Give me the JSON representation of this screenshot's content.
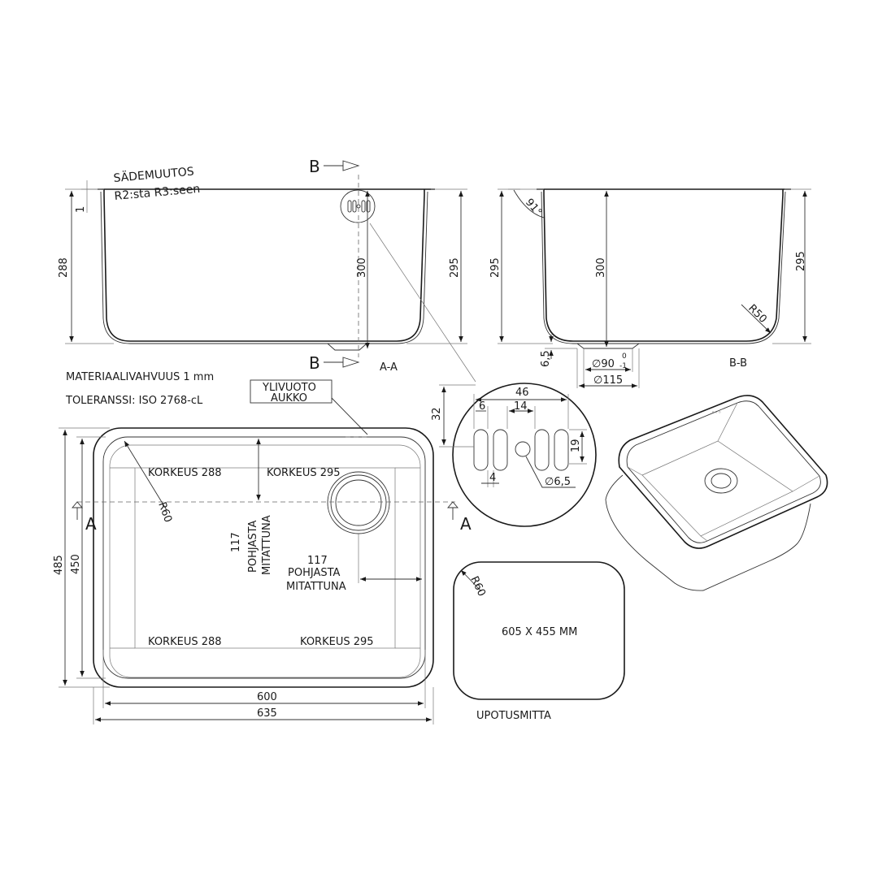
{
  "notes": {
    "radius_change_title": "SÄDEMUUTOS",
    "radius_change_text": "R2:sta R3:seen",
    "material": "MATERIAALIVAHVUUS  1 mm",
    "tolerance": "TOLERANSSI: ISO 2768-cL",
    "overflow_line1": "YLIVUOTO",
    "overflow_line2": "AUKKO"
  },
  "section_aa": {
    "cut_marker_top": "B",
    "cut_marker_bottom": "B",
    "caption": "A-A",
    "dim_wall": "1",
    "dim_288": "288",
    "dim_300": "300",
    "dim_295": "295"
  },
  "section_bb": {
    "caption": "B-B",
    "dim_295_left": "295",
    "dim_300": "300",
    "dim_295_right": "295",
    "dim_angle": "91°",
    "dim_r50": "R50",
    "dim_6_5": "6,5",
    "dim_dia90": "∅90",
    "dim_tol_upper": "0",
    "dim_tol_lower": "-1",
    "dim_dia115": "∅115"
  },
  "detail": {
    "dim_46": "46",
    "dim_6": "6",
    "dim_14": "14",
    "dim_32": "32",
    "dim_19": "19",
    "dim_4": "4",
    "dim_dia6_5": "∅6,5"
  },
  "plan": {
    "height_tl": "KORKEUS 288",
    "height_tr": "KORKEUS 295",
    "height_bl": "KORKEUS 288",
    "height_br": "KORKEUS 295",
    "dim_r60": "R60",
    "vert_117": "117",
    "vert_pohjasta": "POHJASTA",
    "vert_mitattuna": "MITATTUNA",
    "horiz_117": "117",
    "horiz_pohjasta": "POHJASTA",
    "horiz_mitattuna": "MITATTUNA",
    "dim_485": "485",
    "dim_450": "450",
    "dim_600": "600",
    "dim_635": "635",
    "section_left": "A",
    "section_right": "A"
  },
  "cutout": {
    "dim_r60": "R60",
    "size": "605 X 455 MM",
    "caption": "UPOTUSMITTA"
  }
}
